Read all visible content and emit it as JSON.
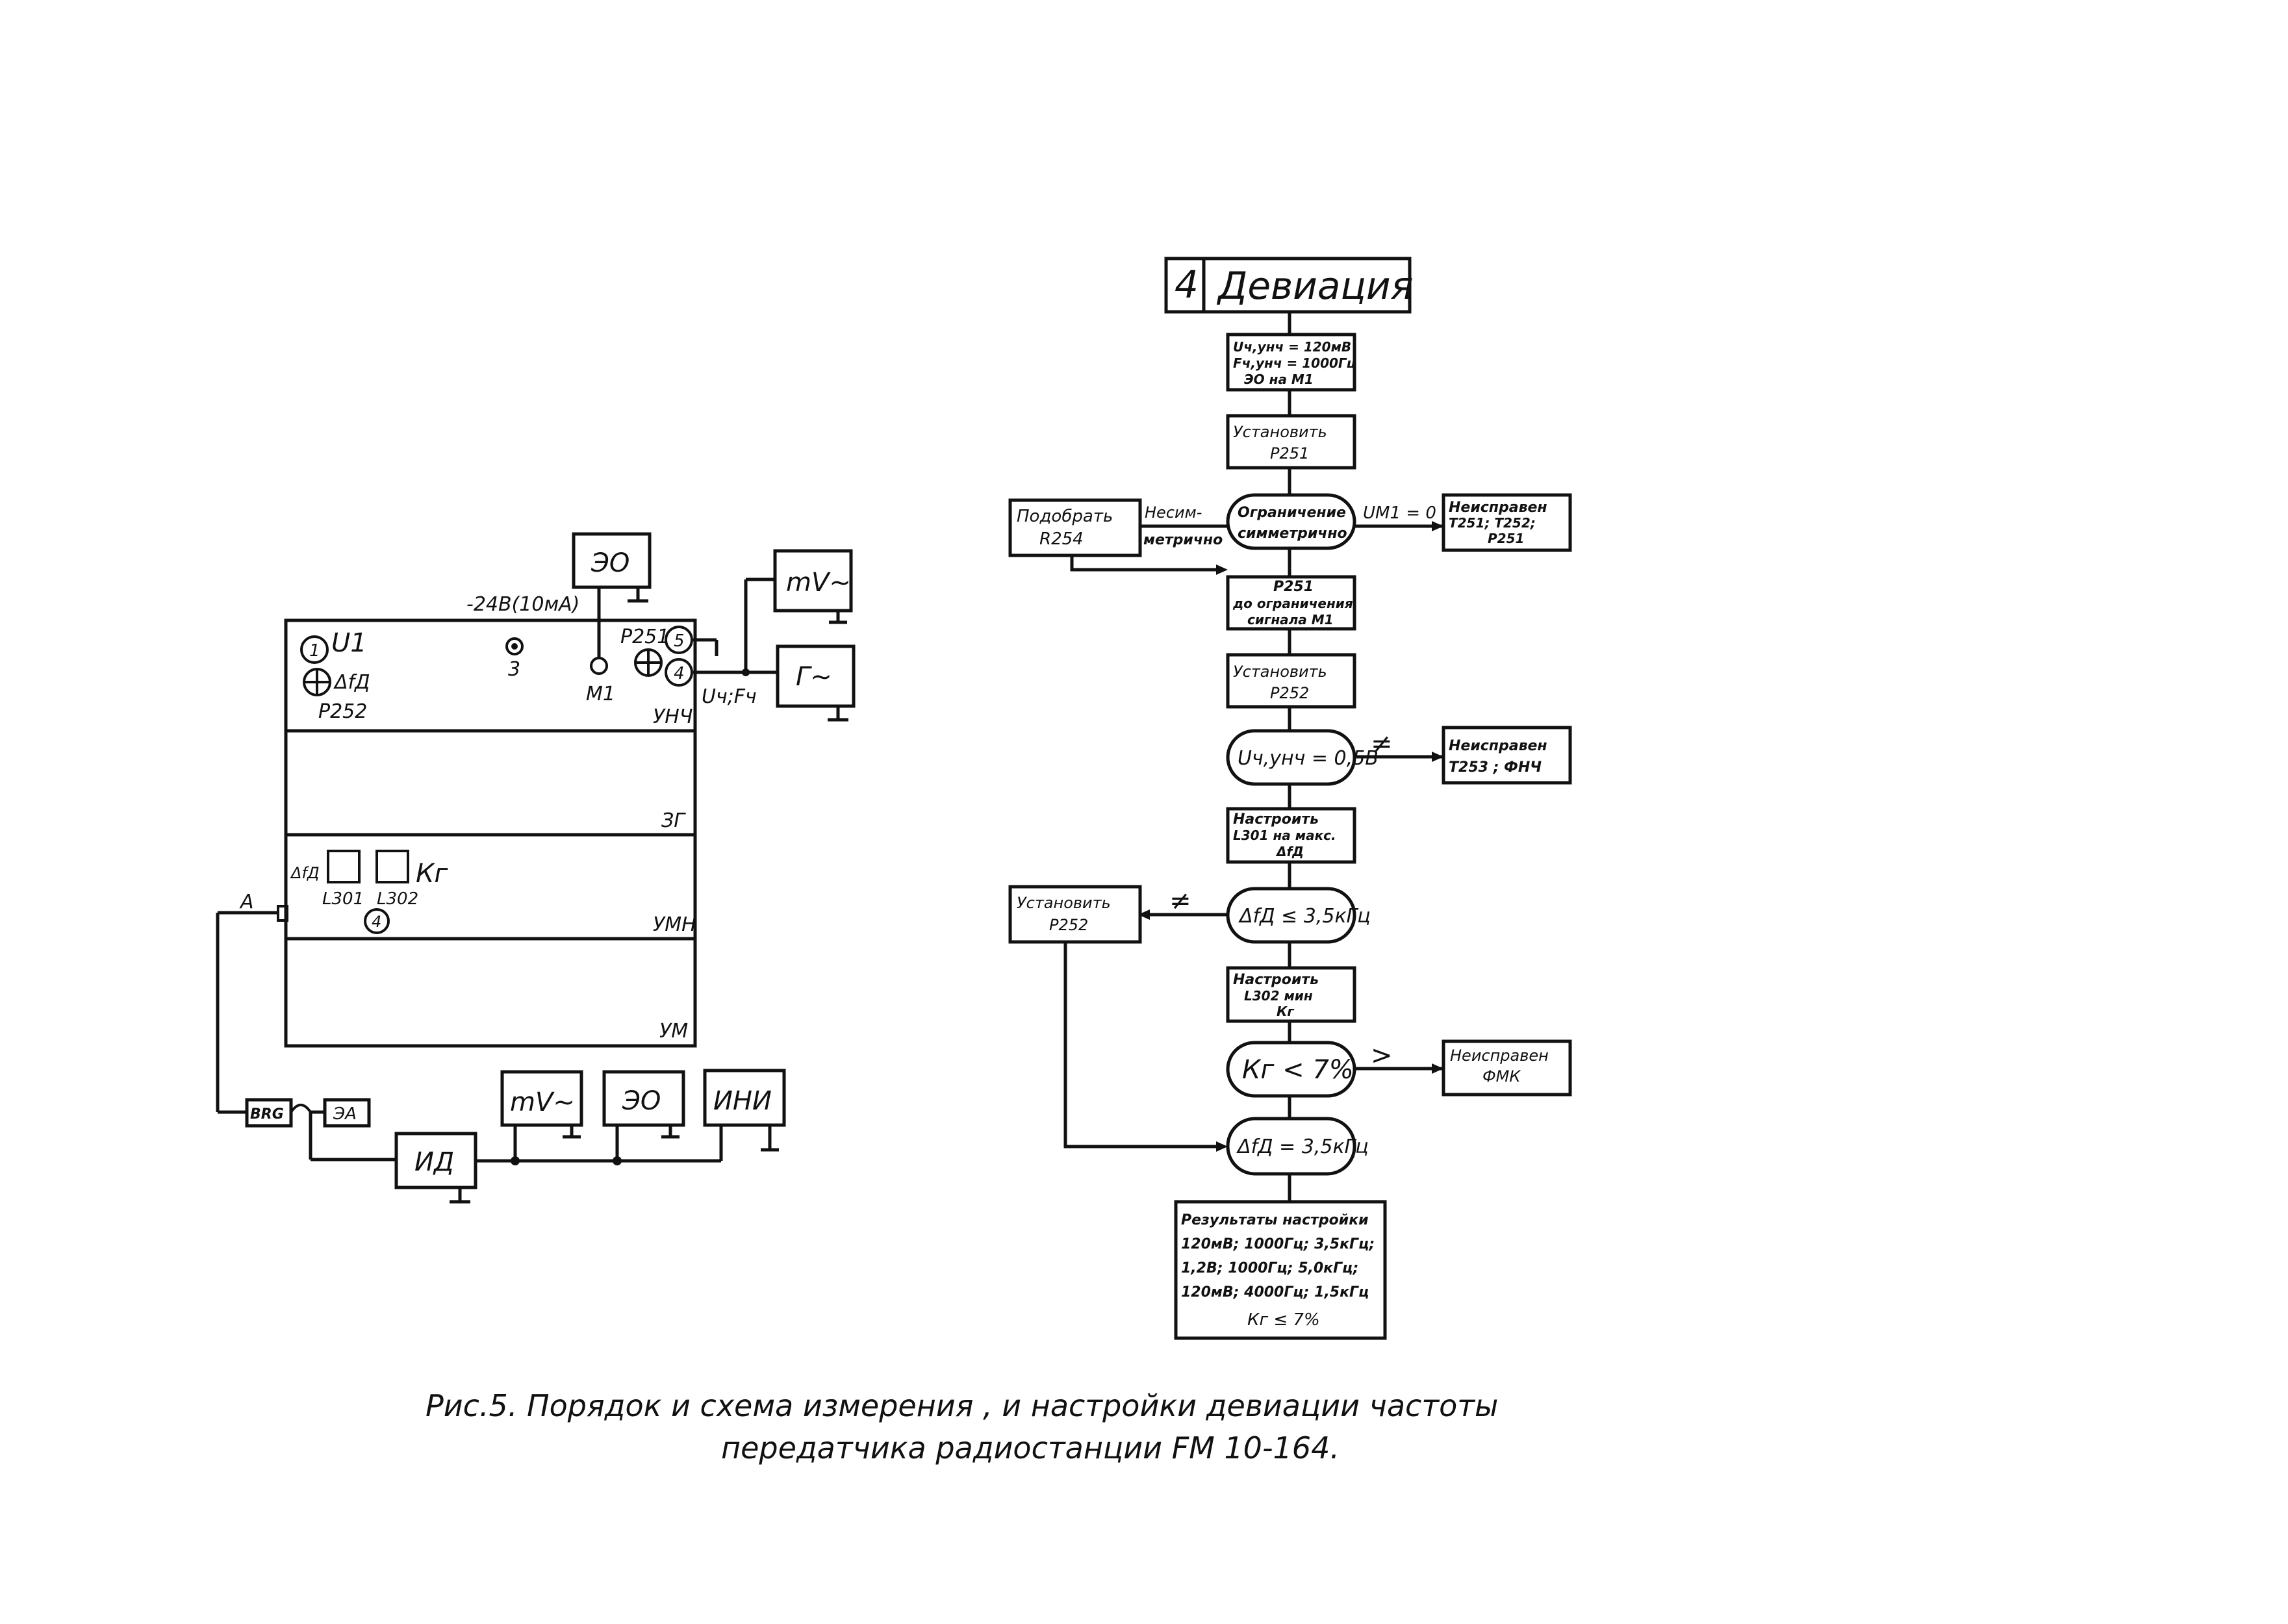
{
  "scheme": {
    "eo_top": "ЭО",
    "power_label": "-24В(10мА)",
    "mv_top": "mV~",
    "gen": "Г~",
    "u1": "U1",
    "dfd_left": "ΔfД",
    "p252": "Р252",
    "point3": "3",
    "m1": "М1",
    "p251": "Р251",
    "num5": "5",
    "num4": "4",
    "uf": "Uч;Fч",
    "unch": "УНЧ",
    "zg": "ЗГ",
    "dfd_block": "ΔfД",
    "l301": "L301",
    "l302": "L302",
    "kg": "Кг",
    "num4b": "4",
    "umn": "УМН",
    "um": "УМ",
    "a": "А",
    "brg": "BRG",
    "ea": "ЭА",
    "id": "ИД",
    "mv_bottom": "mV~",
    "eo_bottom": "ЭО",
    "inn": "ИНИ",
    "num1": "1"
  },
  "flow": {
    "title_num": "4",
    "title": "Девиация",
    "cond": [
      "Uч,унч = 120мВ",
      "Fч,унч = 1000Гц",
      "ЭО на М1"
    ],
    "set_p251": [
      "Установить",
      "Р251"
    ],
    "limit": [
      "Ограничение",
      "симметрично"
    ],
    "select_r254": [
      "Подобрать",
      "R254"
    ],
    "nonsym": [
      "Несим-",
      "метрично"
    ],
    "um1": "UМ1 = 0",
    "faulty1": [
      "Неисправен",
      "Т251; Т252;",
      "Р251"
    ],
    "p251_to_limit": [
      "Р251",
      "до ограничения",
      "сигнала М1"
    ],
    "set_p252": [
      "Установить",
      "Р252"
    ],
    "u_unch": "Uч,унч = 0,5В",
    "ne1": "≠",
    "faulty2": [
      "Неисправен",
      "Т253 ; ФНЧ"
    ],
    "tune_l301": [
      "Настроить",
      "L301 на макс.",
      "ΔfД"
    ],
    "dfd_check": "ΔfД ≤ 3,5кГц",
    "ne2": "≠",
    "set_p252b": [
      "Установить",
      "Р252"
    ],
    "tune_l302": [
      "Настроить",
      "L302 мин",
      "Кг"
    ],
    "kg_check": "Кг < 7%",
    "gt": ">",
    "faulty3": [
      "Неисправен",
      "ФМК"
    ],
    "dfd_eq": "ΔfД = 3,5кГц",
    "results": [
      "Результаты настройки",
      "120мВ; 1000Гц; 3,5кГц;",
      "1,2В; 1000Гц; 5,0кГц;",
      "120мВ; 4000Гц; 1,5кГц",
      "Кг ≤ 7%"
    ]
  },
  "caption": {
    "line1": "Рис.5.  Порядок и схема  измерения , и настройки  девиации  частоты",
    "line2": "передатчика  радиостанции  FM 10-164."
  }
}
